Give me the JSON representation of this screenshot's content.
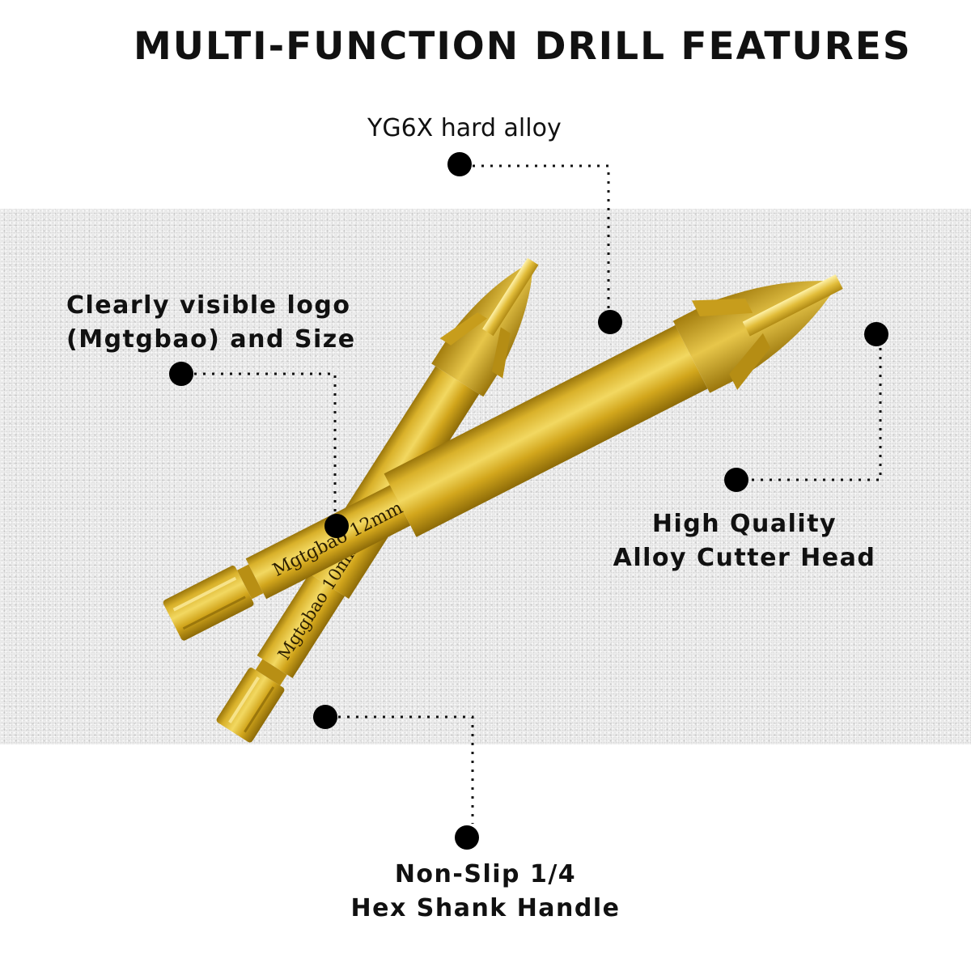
{
  "title": "MULTI-FUNCTION DRILL FEATURES",
  "callouts": {
    "alloy": "YG6X hard alloy",
    "logo_line1": "Clearly visible logo",
    "logo_line2": "(Mgtgbao) and Size",
    "head_line1": "High Quality",
    "head_line2": "Alloy Cutter Head",
    "shank_line1": "Non-Slip 1/4",
    "shank_line2": "Hex Shank Handle"
  },
  "drill_bits": {
    "large_engraving": "Mgtgbao 12mm",
    "small_engraving": "Mgtgbao 10mm"
  },
  "colors": {
    "gold": "#d6ad1e",
    "gold_light": "#f0d55a",
    "gold_dark": "#a9820f",
    "ink": "#111111"
  }
}
